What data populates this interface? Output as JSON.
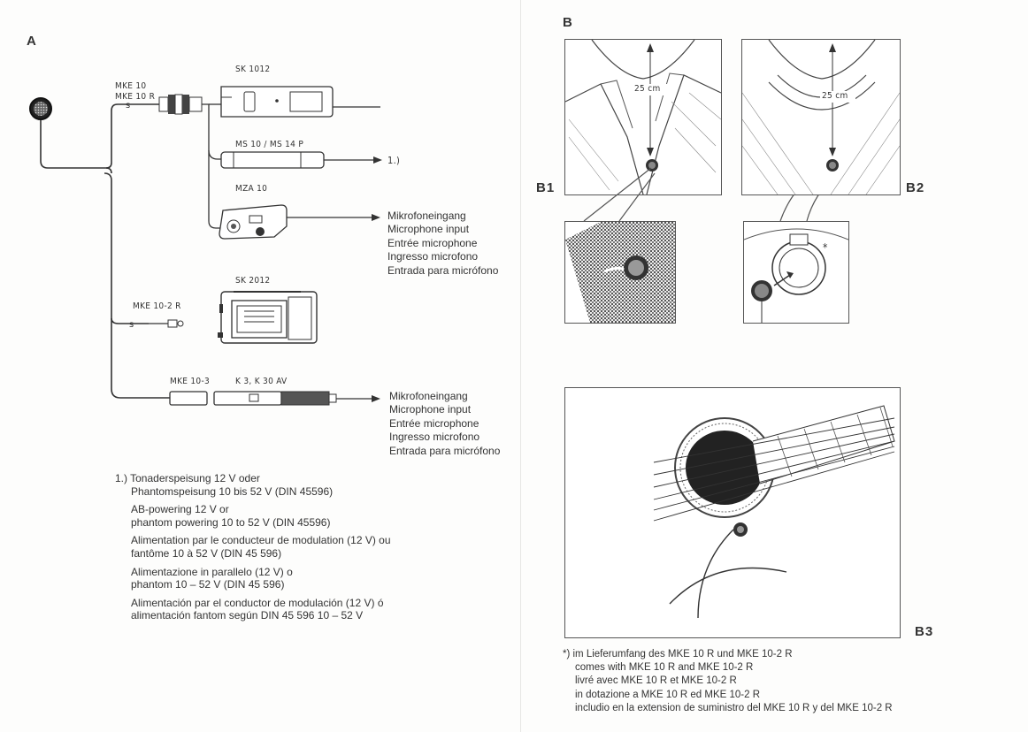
{
  "section_a": {
    "label": "A",
    "mic_label_1": "MKE 10",
    "mic_label_2": "MKE 10 R",
    "sk1012": "SK 1012",
    "ms10": "MS 10 / MS 14 P",
    "ref": "1.)",
    "mza10": "MZA 10",
    "output_1": [
      "Mikrofoneingang",
      "Microphone input",
      "Entrée microphone",
      "Ingresso microfono",
      "Entrada para micrófono"
    ],
    "sk2012": "SK 2012",
    "mke102r": "MKE 10-2 R",
    "mke103": "MKE 10-3",
    "k3": "K 3, K 30 AV",
    "output_2": [
      "Mikrofoneingang",
      "Microphone input",
      "Entrée microphone",
      "Ingresso microfono",
      "Entrada para micrófono"
    ]
  },
  "note": {
    "paragraphs": [
      [
        "1.) Tonaderspeisung 12 V oder",
        "Phantomspeisung 10 bis 52 V (DIN 45596)"
      ],
      [
        "AB-powering 12 V or",
        "phantom powering 10 to 52 V (DIN 45596)"
      ],
      [
        "Alimentation par le conducteur de modulation (12 V) ou",
        "fantôme 10 à 52 V (DIN 45 596)"
      ],
      [
        "Alimentazione in parallelo (12 V) o",
        "phantom 10 – 52 V (DIN 45 596)"
      ],
      [
        "Alimentación par el conductor de modulación (12 V) ó",
        "alimentación fantom según DIN 45 596 10 – 52 V"
      ]
    ]
  },
  "section_b": {
    "label": "B",
    "b1": "B1",
    "b2": "B2",
    "b3": "B3",
    "dist_1": "25 cm",
    "dist_2": "25 cm",
    "asterisk": "*"
  },
  "footnote": [
    "*) im Lieferumfang des MKE 10 R und MKE 10-2 R",
    "comes with MKE 10 R and MKE 10-2 R",
    "livré avec MKE 10 R et MKE 10-2 R",
    "in dotazione a MKE 10 R ed MKE 10-2 R",
    "includio en la extension de suministro del MKE 10 R y del MKE 10-2 R"
  ]
}
